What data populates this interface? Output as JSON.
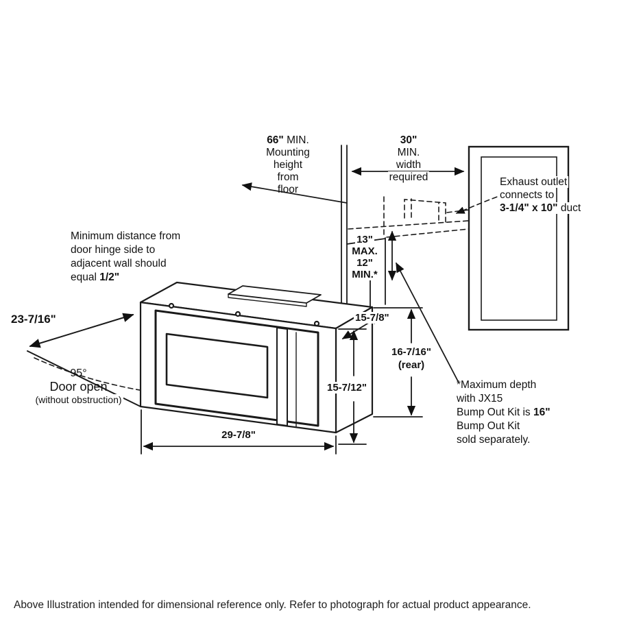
{
  "page": {
    "background": "#ffffff",
    "ink": "#1a1a1a"
  },
  "labels": {
    "mounting_height": {
      "value": "66\"",
      "suffix": " MIN.",
      "line2": "Mounting",
      "line3": "height",
      "line4": "from",
      "line5": "floor"
    },
    "width_required": {
      "value": "30\"",
      "line2": "MIN.",
      "line3": "width",
      "line4": "required"
    },
    "exhaust_outlet": {
      "line1": "Exhaust outlet",
      "line2": "connects to",
      "duct_size": "3-1/4\" x 10\"",
      "suffix": " duct"
    },
    "min_distance": {
      "line1": "Minimum distance from",
      "line2": "door hinge side to",
      "line3": "adjacent wall should",
      "prefix": "equal ",
      "value": "1/2\""
    },
    "cabinet_depth": {
      "max_value": "13\"",
      "max_label": "MAX.",
      "min_value": "12\"",
      "min_label": "MIN.*"
    },
    "door_projection": {
      "value": "23-7/16\""
    },
    "top_depth": {
      "value": "15-7/8\""
    },
    "rear_height": {
      "value": "16-7/16\"",
      "qualifier": "(rear)"
    },
    "door_open": {
      "angle": "95°",
      "title": "Door open",
      "note": "(without obstruction)"
    },
    "front_height": {
      "value": "15-7/12\""
    },
    "bump_out": {
      "line1": "*Maximum depth",
      "line2": "with JX15",
      "line3_prefix": "Bump Out Kit is ",
      "value": "16\"",
      "line4": "Bump Out Kit",
      "line5": "sold separately."
    },
    "width": {
      "value": "29-7/8\""
    }
  },
  "footer": {
    "text": "Above Illustration intended for dimensional reference only. Refer to photograph for actual product appearance."
  }
}
